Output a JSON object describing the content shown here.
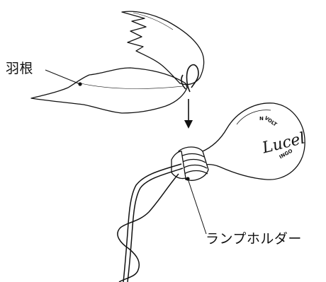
{
  "labels": {
    "feather": "羽根",
    "lamp_holder": "ランプホルダー"
  },
  "bulb_print": {
    "brand": "Lucel",
    "top_text": "VOLT",
    "bottom_text": "INGO",
    "prefix": "N"
  },
  "colors": {
    "ink": "#111111",
    "background": "#ffffff"
  }
}
